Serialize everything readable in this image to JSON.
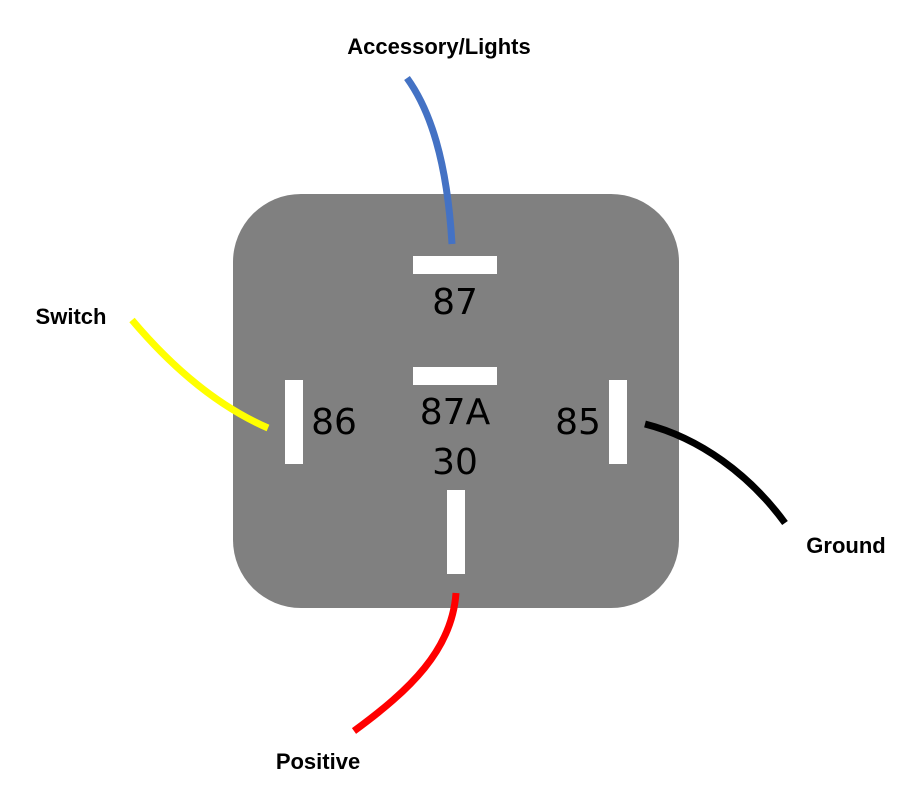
{
  "relay": {
    "body_color": "#808080",
    "pin_color": "#ffffff",
    "pins": {
      "p87": "87",
      "p87a": "87A",
      "p30": "30",
      "p86": "86",
      "p85": "85"
    }
  },
  "wires": {
    "accessory": {
      "label": "Accessory/Lights",
      "color": "#4472C4"
    },
    "switch": {
      "label": "Switch",
      "color": "#FFFF00"
    },
    "ground": {
      "label": "Ground",
      "color": "#000000"
    },
    "positive": {
      "label": "Positive",
      "color": "#FF0000"
    }
  }
}
